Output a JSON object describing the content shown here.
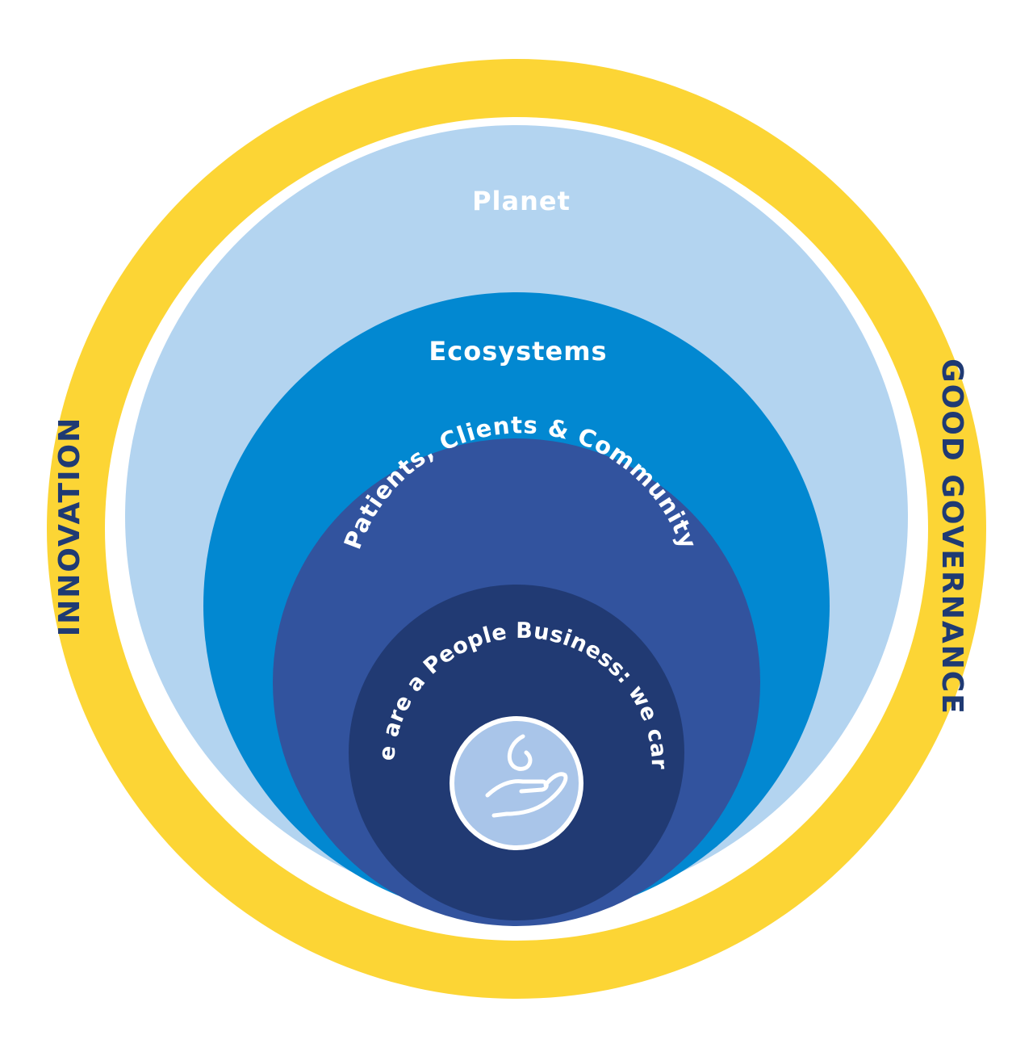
{
  "colors": {
    "ring": "#fcd535",
    "ring_text": "#1f3a73",
    "planet": "#b3d4f0",
    "ecosystems": "#0288d1",
    "patients": "#32539e",
    "core": "#213a73",
    "icon_fill": "#a9c5e9",
    "icon_stroke": "#ffffff",
    "layer_text": "#ffffff"
  },
  "ring": {
    "left_label": "INNOVATION",
    "right_label": "GOOD GOVERNANCE"
  },
  "layers": {
    "planet": "Planet",
    "ecosystems": "Ecosystems",
    "patients": "Patients, Clients & Community",
    "core": "We are a People Business: we care"
  },
  "icon": {
    "name": "hand-holding-drop-icon"
  }
}
